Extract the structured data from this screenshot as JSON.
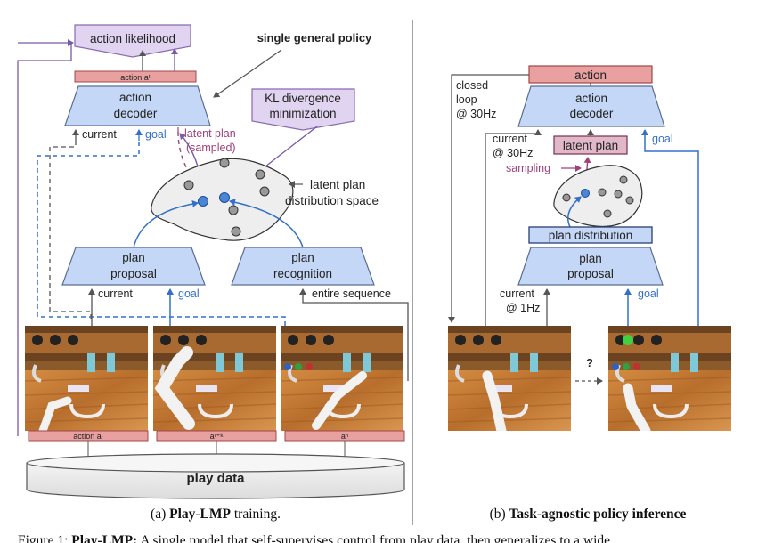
{
  "left": {
    "action_likelihood": "action likelihood",
    "single_general_policy": "single general policy",
    "action_at_top": "action aᵗ",
    "action_decoder_line1": "action",
    "action_decoder_line2": "decoder",
    "kl_line1": "KL divergence",
    "kl_line2": "minimization",
    "current_top": "current",
    "goal_top": "goal",
    "latent_plan_line1": "latent plan",
    "latent_plan_line2": "(sampled)",
    "latent_space_line1": "latent plan",
    "latent_space_line2": "distribution space",
    "plan_proposal_line1": "plan",
    "plan_proposal_line2": "proposal",
    "plan_recognition_line1": "plan",
    "plan_recognition_line2": "recognition",
    "current_bottom": "current",
    "goal_bottom": "goal",
    "entire_sequence": "entire sequence",
    "frame_label_1": "action aᵗ",
    "frame_label_2": "aᵗ⁺ᵏ",
    "frame_label_3": "aⁿ",
    "play_data": "play data",
    "caption_prefix": "(a) ",
    "caption_bold": "Play-LMP",
    "caption_suffix": " training."
  },
  "right": {
    "action": "action",
    "closed_line1": "closed",
    "closed_line2": "loop",
    "closed_line3": "@ 30Hz",
    "action_decoder_line1": "action",
    "action_decoder_line2": "decoder",
    "current_top_line1": "current",
    "current_top_line2": "@ 30Hz",
    "latent_plan": "latent plan",
    "goal_top": "goal",
    "sampling": "sampling",
    "plan_distribution": "plan distribution",
    "plan_proposal_line1": "plan",
    "plan_proposal_line2": "proposal",
    "current_bottom_line1": "current",
    "current_bottom_line2": "@ 1Hz",
    "goal_bottom": "goal",
    "question": "?",
    "caption_prefix": "(b) ",
    "caption_bold": "Task-agnostic policy inference"
  },
  "footer_text": {
    "prefix": "Figure 1: ",
    "bold": "Play-LMP:",
    "rest": " A single model that self-supervises control from play data, then generalizes to a wide"
  },
  "colors": {
    "trapezoid_fill": "#c5d7f6",
    "trapezoid_stroke": "#5a6e92",
    "purple_fill": "#e0d4f0",
    "purple_stroke": "#8a6bb0",
    "pink_fill": "#e8a0a0",
    "pink_stroke": "#a04848",
    "blue_arrow": "#3470c8",
    "magenta_arrow": "#a0407a",
    "gray_line": "#555555"
  }
}
